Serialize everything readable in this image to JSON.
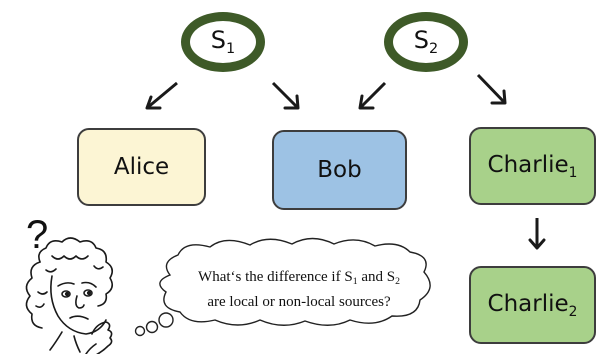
{
  "sources": [
    {
      "name": "S",
      "sub": "1"
    },
    {
      "name": "S",
      "sub": "2"
    }
  ],
  "parties": {
    "alice": {
      "label": "Alice",
      "color": "#fcf5d4"
    },
    "bob": {
      "label": "Bob",
      "color": "#9dc2e4"
    },
    "charlie1": {
      "name": "Charlie",
      "sub": "1",
      "color": "#a8d18a"
    },
    "charlie2": {
      "name": "Charlie",
      "sub": "2",
      "color": "#a8d18a"
    }
  },
  "colors": {
    "source_ring": "#3e5a28",
    "box_border": "#3d3d3d",
    "arrow": "#1a1a1a"
  },
  "thought_bubble": {
    "line1_prefix": "What‘s the difference if ",
    "s1_name": "S",
    "s1_sub": "1",
    "line1_middle": " and ",
    "s2_name": "S",
    "s2_sub": "2",
    "line2": "are local or non-local sources?"
  },
  "question_mark": "?",
  "icons": {
    "person": "confused-person-icon",
    "question": "question-mark-icon"
  }
}
